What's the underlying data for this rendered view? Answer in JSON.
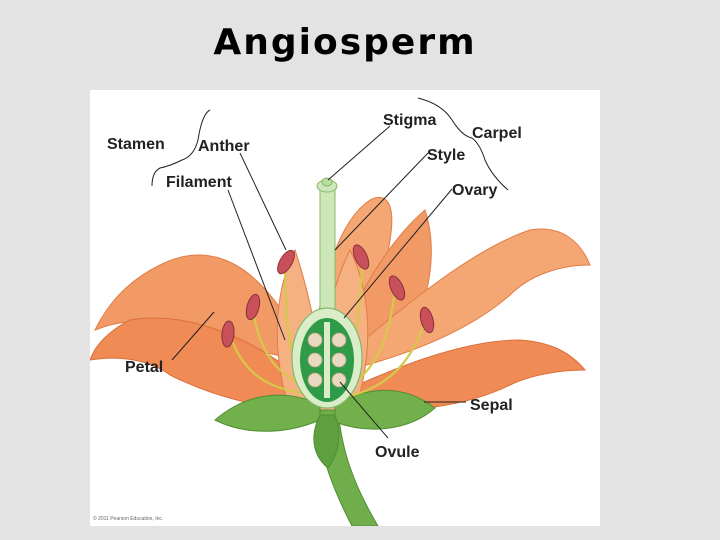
{
  "slide": {
    "title": "Angiosperm"
  },
  "diagram": {
    "labels": {
      "stamen": "Stamen",
      "anther": "Anther",
      "filament": "Filament",
      "stigma": "Stigma",
      "carpel": "Carpel",
      "style": "Style",
      "ovary": "Ovary",
      "petal": "Petal",
      "sepal": "Sepal",
      "ovule": "Ovule"
    },
    "copyright": "© 2011 Pearson Education, Inc."
  },
  "colors": {
    "petal": "#f29a66",
    "petal_shade": "#e07c46",
    "stem": "#6fae4a",
    "sepal": "#72b04c",
    "ovary_outer": "#d8edc8",
    "ovary_inner": "#2f9a48",
    "ovule": "#e9d9c0",
    "anther": "#c8505a",
    "filament": "#d6c84a"
  }
}
